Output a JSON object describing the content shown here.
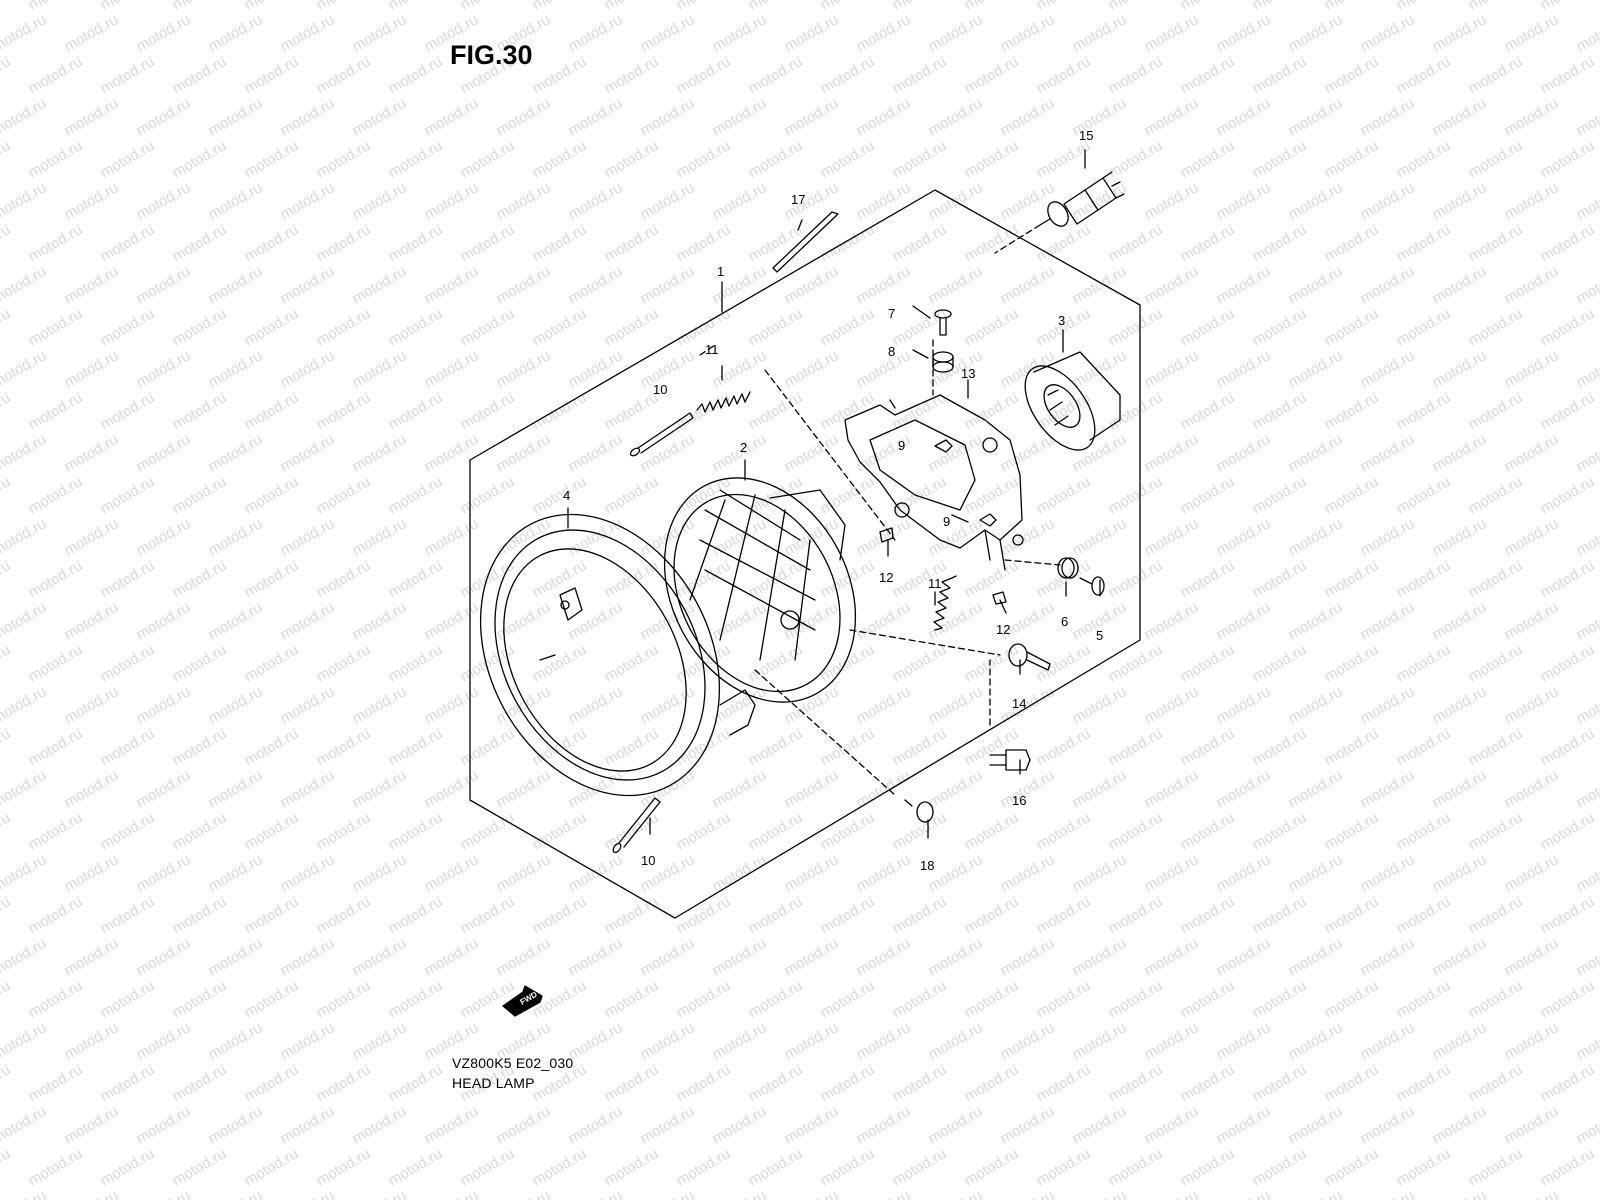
{
  "figure": {
    "title": "FIG.30",
    "model_code": "VZ800K5 E02_030",
    "part_group": "HEAD LAMP",
    "direction_label": "FWD",
    "watermark": "motod.ru"
  },
  "callouts": [
    {
      "id": "c1",
      "label": "1"
    },
    {
      "id": "c2",
      "label": "2"
    },
    {
      "id": "c3",
      "label": "3"
    },
    {
      "id": "c4",
      "label": "4"
    },
    {
      "id": "c5",
      "label": "5"
    },
    {
      "id": "c6",
      "label": "6"
    },
    {
      "id": "c7",
      "label": "7"
    },
    {
      "id": "c8",
      "label": "8"
    },
    {
      "id": "c9a",
      "label": "9"
    },
    {
      "id": "c9b",
      "label": "9"
    },
    {
      "id": "c10a",
      "label": "10"
    },
    {
      "id": "c10b",
      "label": "10"
    },
    {
      "id": "c11a",
      "label": "11"
    },
    {
      "id": "c11b",
      "label": "11"
    },
    {
      "id": "c12a",
      "label": "12"
    },
    {
      "id": "c12b",
      "label": "12"
    },
    {
      "id": "c13",
      "label": "13"
    },
    {
      "id": "c14",
      "label": "14"
    },
    {
      "id": "c15",
      "label": "15"
    },
    {
      "id": "c16",
      "label": "16"
    },
    {
      "id": "c17",
      "label": "17"
    },
    {
      "id": "c18",
      "label": "18"
    }
  ]
}
